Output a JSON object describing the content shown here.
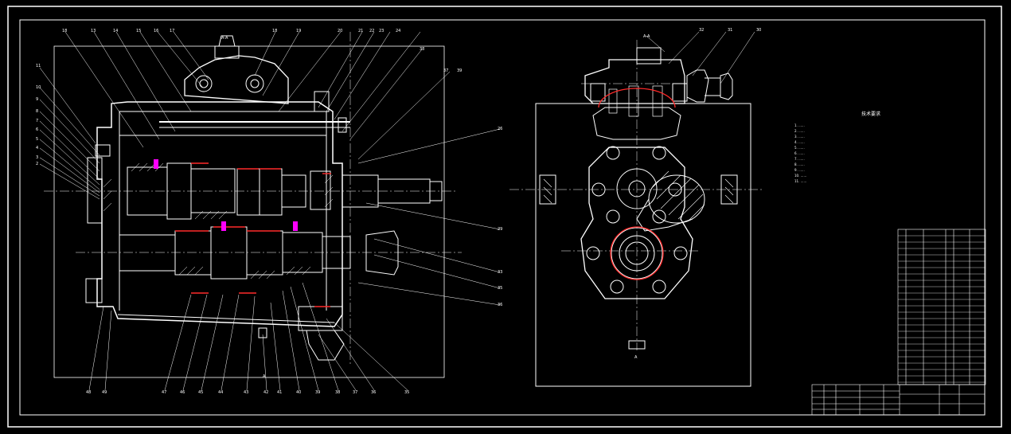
{
  "drawing": {
    "background": "#000000",
    "line_color": "#ffffff",
    "accent_red": "#ff2a2a",
    "accent_magenta": "#ff00ff",
    "section_labels": {
      "front_top": "A-A",
      "front_bottom": "A",
      "side_top": "A-A",
      "side_bottom": "A"
    },
    "balloons_top": [
      "18",
      "13",
      "14",
      "15",
      "16",
      "17",
      "18",
      "19",
      "20",
      "21",
      "22",
      "23",
      "24"
    ],
    "balloons_left": [
      "11",
      "10",
      "9",
      "8",
      "7",
      "6",
      "5",
      "4",
      "3",
      "2"
    ],
    "balloons_right": [
      "26",
      "29",
      "33",
      "35",
      "36",
      "37",
      "38",
      "39"
    ],
    "balloons_bottom": [
      "48",
      "49",
      "47",
      "46",
      "45",
      "44",
      "43",
      "42",
      "41",
      "40",
      "39",
      "38",
      "37",
      "36",
      "35"
    ],
    "side_balloons": [
      "32",
      "31",
      "30"
    ],
    "notes_title": "技术要求",
    "notes": [
      "1. ......",
      "2. ......",
      "3. ......",
      "4. ......",
      "5. ......",
      "6. ......",
      "7. ......",
      "8. ......",
      "9. ......",
      "10. ......",
      "11. ......"
    ]
  }
}
